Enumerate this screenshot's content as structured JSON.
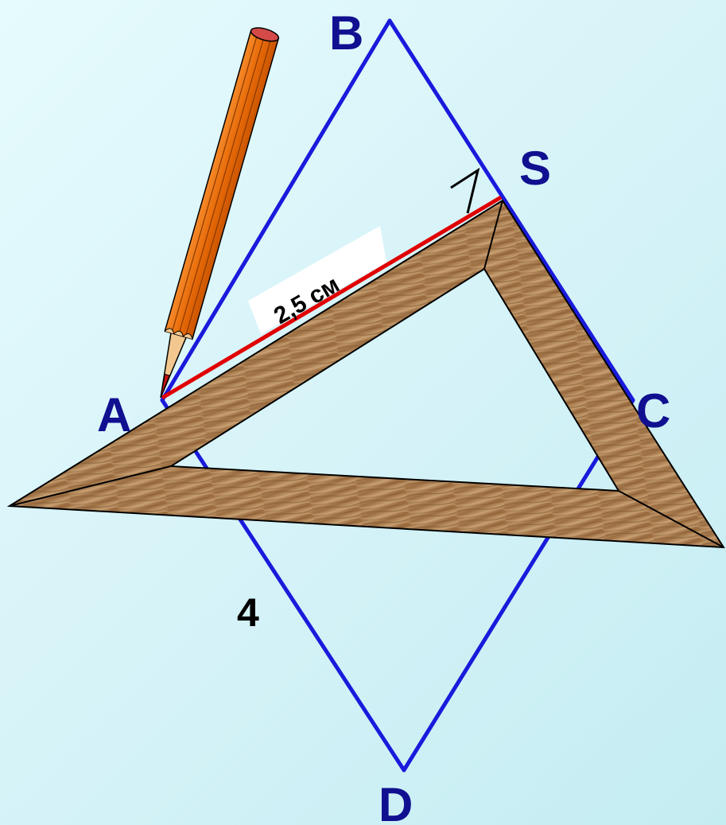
{
  "labels": {
    "B": "B",
    "S": "S",
    "A": "A",
    "C": "C",
    "D": "D",
    "measure": "2,5 см",
    "side": "4"
  },
  "colors": {
    "rhombus": "#1a1adc",
    "label_text": "#101090",
    "measure_line": "#e00000",
    "ruler_wood": "#a57a4e",
    "pencil_body": "#f06f10"
  },
  "icons": [
    "pencil-icon",
    "set-square-ruler-icon",
    "right-angle-mark-icon"
  ]
}
